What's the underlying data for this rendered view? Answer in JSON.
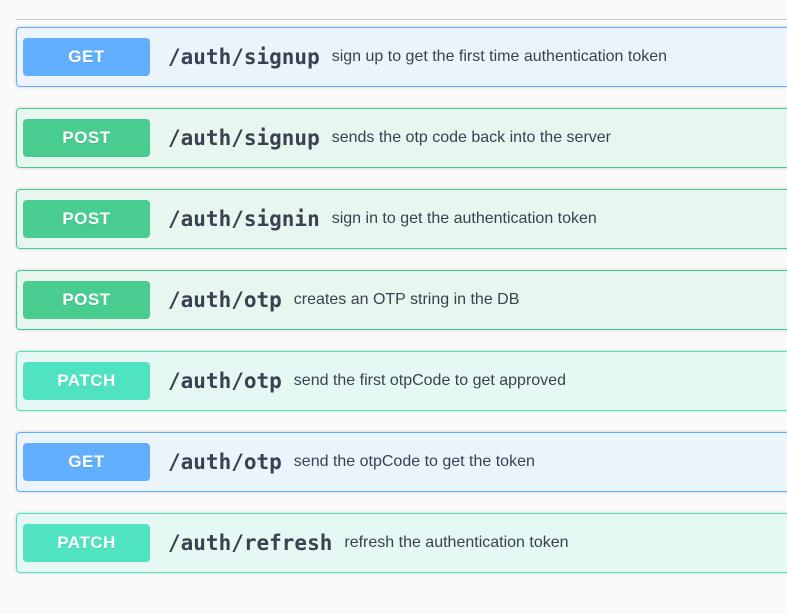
{
  "page": {
    "background_color": "#fafafa",
    "divider_color": "#c9c9c9",
    "text_color": "#3b4151"
  },
  "method_colors": {
    "GET": {
      "badge": "#61affe",
      "row_background": "#ebf3fb",
      "border": "#61affe"
    },
    "POST": {
      "badge": "#49cc90",
      "row_background": "#e8f6f0",
      "border": "#49cc90"
    },
    "PATCH": {
      "badge": "#50e3c2",
      "row_background": "#e5f8f4",
      "border": "#50e3c2"
    }
  },
  "operations": [
    {
      "method": "GET",
      "path": "/auth/signup",
      "summary": "sign up to get the first time authentication token"
    },
    {
      "method": "POST",
      "path": "/auth/signup",
      "summary": "sends the otp code back into the server"
    },
    {
      "method": "POST",
      "path": "/auth/signin",
      "summary": "sign in to get the authentication token"
    },
    {
      "method": "POST",
      "path": "/auth/otp",
      "summary": "creates an OTP string in the DB"
    },
    {
      "method": "PATCH",
      "path": "/auth/otp",
      "summary": "send the first otpCode to get approved"
    },
    {
      "method": "GET",
      "path": "/auth/otp",
      "summary": "send the otpCode to get the token"
    },
    {
      "method": "PATCH",
      "path": "/auth/refresh",
      "summary": "refresh the authentication token"
    }
  ]
}
